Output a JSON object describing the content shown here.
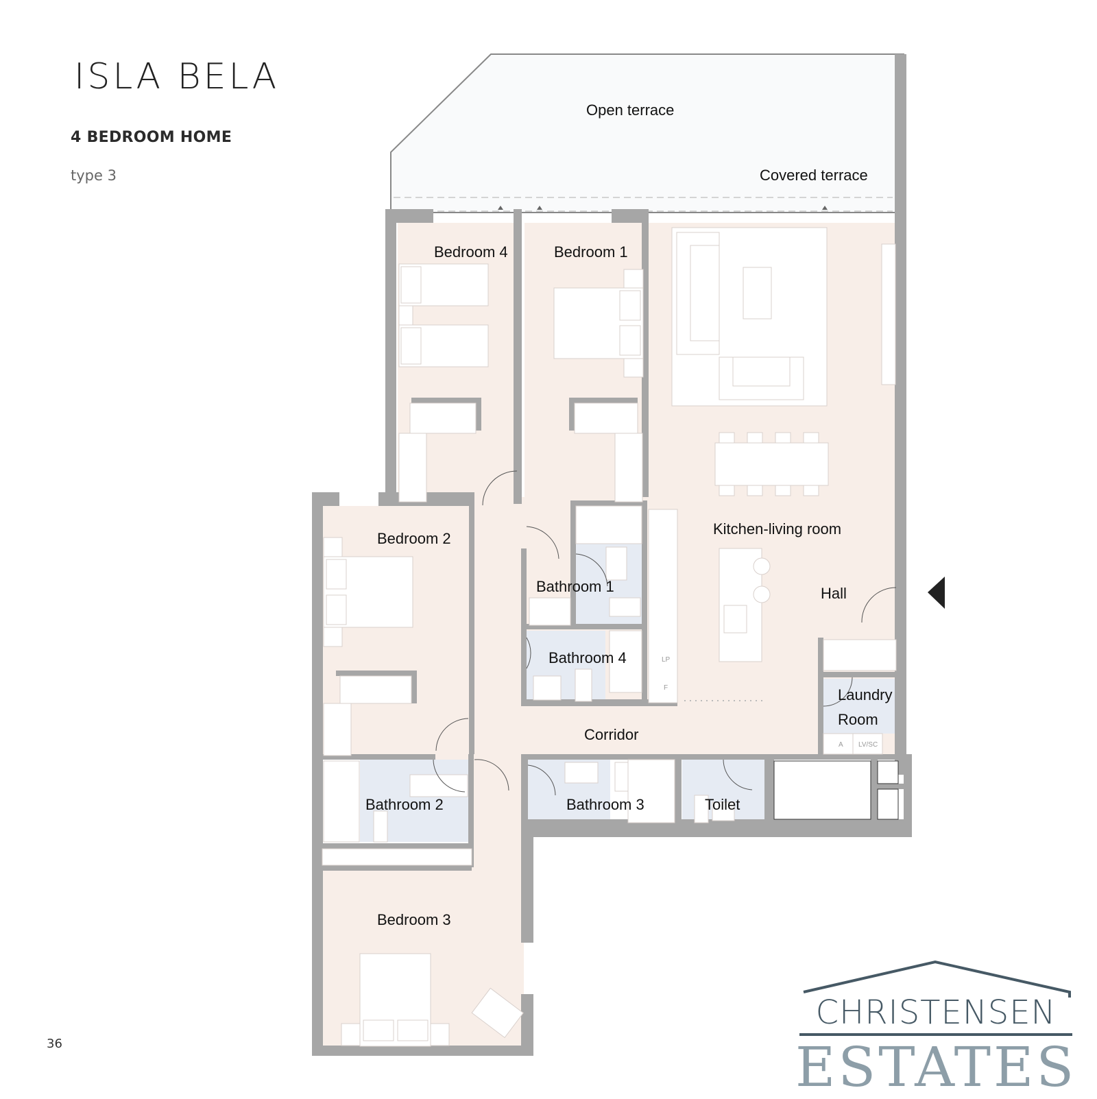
{
  "header": {
    "brand": "ISLA BELA",
    "home_type": "4 BEDROOM HOME",
    "subtype": "type 3"
  },
  "page_number": "36",
  "logo": {
    "line1": "CHRISTENSEN",
    "line2": "ESTATES",
    "colors": {
      "dark": "#465965",
      "light": "#8d9ea8"
    }
  },
  "floorplan": {
    "colors": {
      "wall": "#a6a6a6",
      "room_fill": "#f8eee8",
      "wet_room_fill": "#e6ebf3",
      "terrace_fill": "#f9fafb",
      "furniture": "#ffffff",
      "entrance_marker": "#222222"
    },
    "rooms": {
      "open_terrace": "Open terrace",
      "covered_terrace": "Covered terrace",
      "bedroom_4": "Bedroom 4",
      "bedroom_1": "Bedroom 1",
      "bedroom_2": "Bedroom 2",
      "bedroom_3": "Bedroom 3",
      "kitchen_living": "Kitchen-living room",
      "hall": "Hall",
      "bathroom_1": "Bathroom 1",
      "bathroom_2": "Bathroom 2",
      "bathroom_3": "Bathroom 3",
      "bathroom_4": "Bathroom 4",
      "laundry_line1": "Laundry",
      "laundry_line2": "Room",
      "corridor": "Corridor",
      "toilet": "Toilet"
    },
    "appliance_labels": {
      "lp": "LP",
      "f": "F",
      "a": "A",
      "lv_sc": "LV/SC"
    },
    "entrance_icon": "entrance-arrow-icon"
  }
}
